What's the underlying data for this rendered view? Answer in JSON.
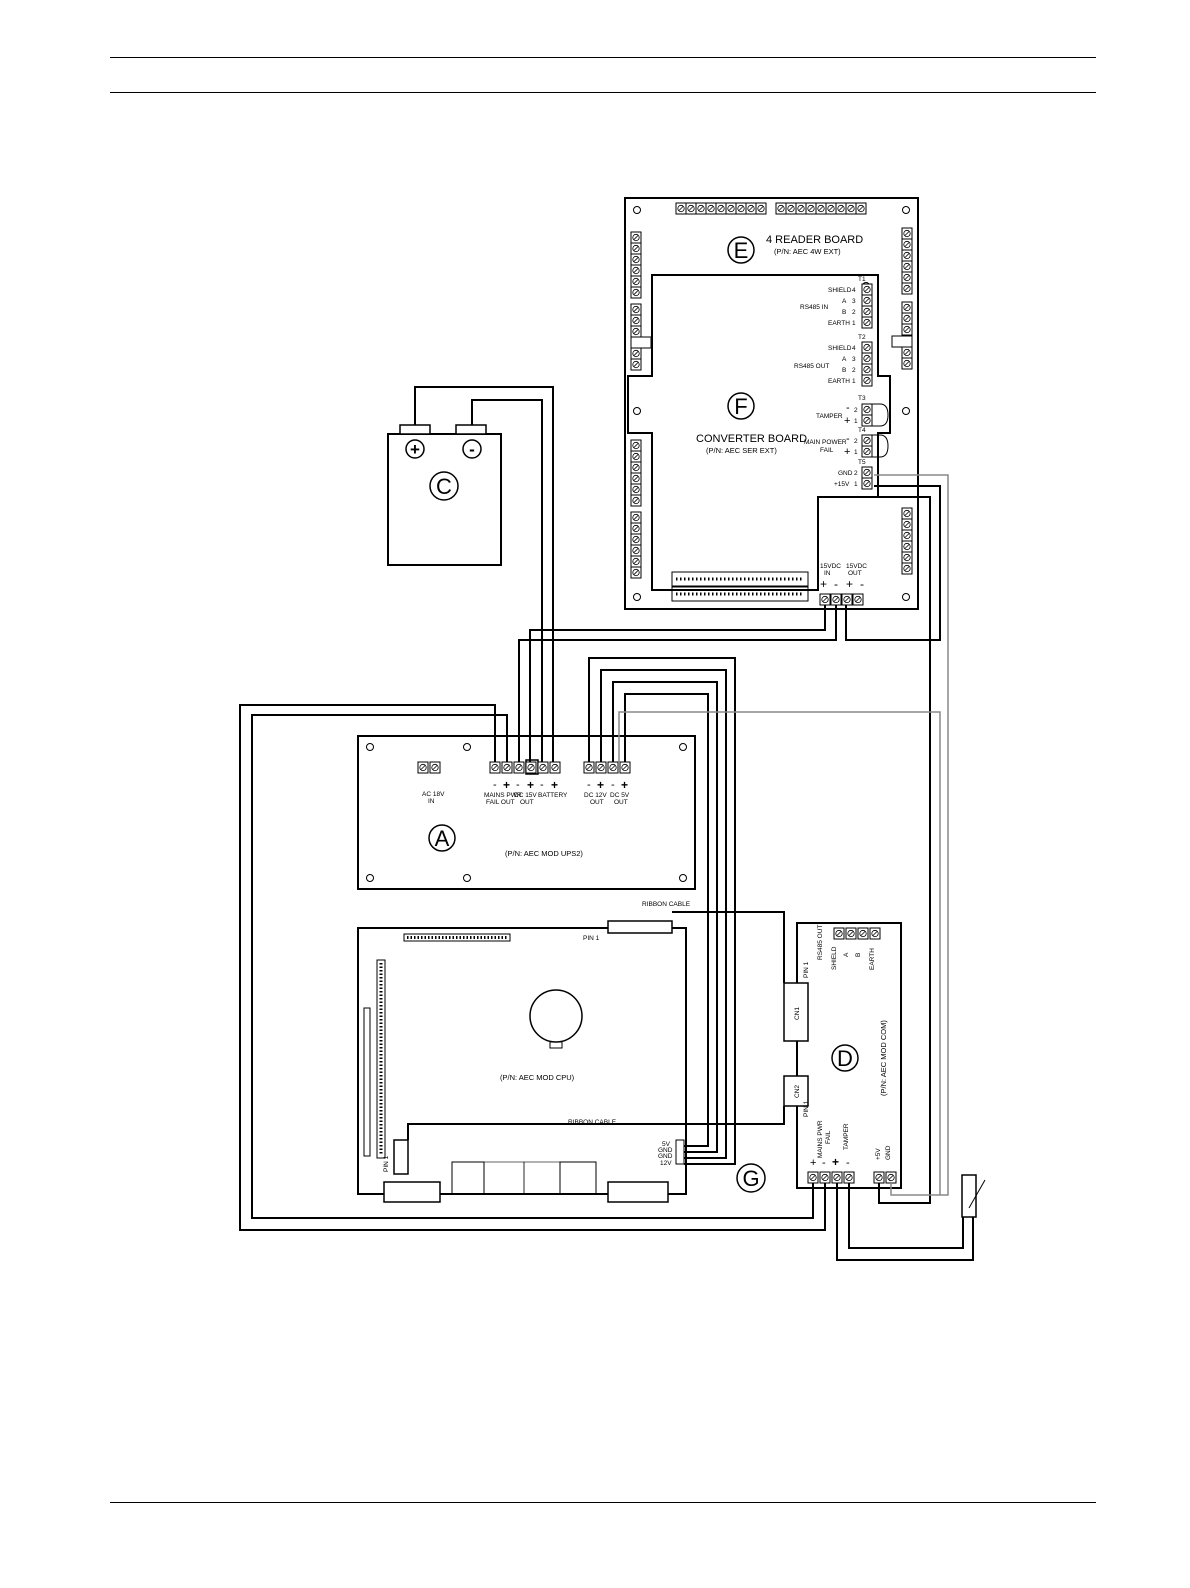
{
  "labels": {
    "a": "A",
    "c": "C",
    "d": "D",
    "e": "E",
    "f": "F",
    "g": "G"
  },
  "battery": {
    "plus": "+",
    "minus": "-"
  },
  "reader_board": {
    "title": "4 READER BOARD",
    "pn": "(P/N: AEC 4W EXT)"
  },
  "converter_board": {
    "title": "CONVERTER BOARD",
    "pn": "(P/N: AEC SER EXT)",
    "rs485_in": "RS485 IN",
    "rs485_out": "RS485 OUT",
    "shield": "SHIELD",
    "a": "A",
    "b": "B",
    "earth": "EARTH",
    "t1": "T1",
    "t2": "T2",
    "t3": "T3",
    "t4": "T4",
    "t5": "T5",
    "tamper": "TAMPER",
    "main_power": "MAIN POWER",
    "fail": "FAIL",
    "gnd": "GND",
    "plus15": "+15V",
    "pin4": "4",
    "pin3": "3",
    "pin2": "2",
    "pin1": "1",
    "minus": "-",
    "plus": "+",
    "vdc_in": "15VDC",
    "in": "IN",
    "vdc_out": "15VDC",
    "out": "OUT"
  },
  "ups": {
    "pn": "(P/N: AEC MOD UPS2)",
    "ac_in": "AC 18V",
    "in": "IN",
    "mains": "MAINS PWR",
    "fail_out": "FAIL OUT",
    "dc15": "DC 15V",
    "dc15_out": "OUT",
    "battery": "BATTERY",
    "dc12": "DC 12V",
    "dc12_out": "OUT",
    "dc5": "DC 5V",
    "dc5_out": "OUT",
    "minus": "-",
    "plus": "+"
  },
  "cpu": {
    "pn": "(P/N: AEC MOD CPU)",
    "ribbon_top": "RIBBON CABLE",
    "ribbon_bottom": "RIBBON CABLE",
    "pin1": "PIN 1",
    "pin1_side": "PIN 1",
    "p5v": "5V",
    "gnd1": "GND",
    "gnd2": "GND",
    "p12v": "12V"
  },
  "com": {
    "pn": "(P/N: AEC MOD COM)",
    "rs485_out": "RS485 OUT",
    "shield": "SHIELD",
    "a": "A",
    "b": "B",
    "earth": "EARTH",
    "cn1": "CN1",
    "cn2": "CN2",
    "pin1_top": "PIN 1",
    "pin1_bot": "PIN 1",
    "mains": "MAINS PWR",
    "fail": "FAIL",
    "tamper": "TAMPER",
    "p5v": "+5V",
    "gnd": "GND",
    "plus": "+",
    "minus": "-"
  }
}
